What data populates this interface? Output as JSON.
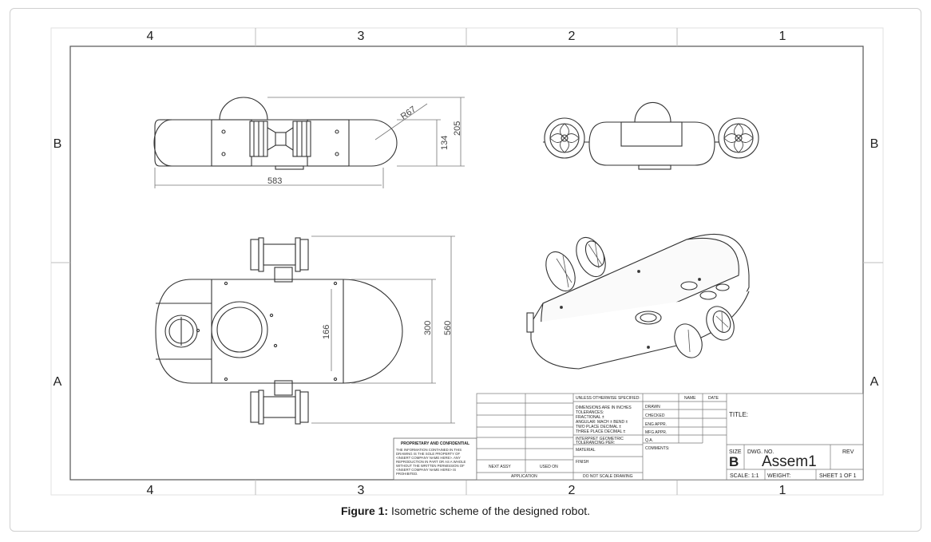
{
  "zones": {
    "columns": [
      "4",
      "3",
      "2",
      "1"
    ],
    "rows": [
      "B",
      "A"
    ]
  },
  "dimensions": {
    "radius": "R67",
    "length": "583",
    "height_inner": "134",
    "height_total": "205",
    "width_inner": "166",
    "width_mid": "300",
    "width_total": "560"
  },
  "proprietary": {
    "heading": "PROPRIETARY AND CONFIDENTIAL",
    "lines": [
      "THE INFORMATION CONTAINED IN THIS",
      "DRAWING IS THE SOLE PROPERTY OF",
      "<INSERT COMPANY NAME HERE>. ANY",
      "REPRODUCTION IN PART OR AS A WHOLE",
      "WITHOUT THE WRITTEN PERMISSION OF",
      "<INSERT COMPANY NAME HERE> IS",
      "PROHIBITED."
    ]
  },
  "title_block": {
    "next_assy": "NEXT ASSY",
    "used_on": "USED ON",
    "application": "APPLICATION",
    "do_not_scale": "DO NOT SCALE DRAWING",
    "unless": "UNLESS OTHERWISE SPECIFIED:",
    "dims_inches": "DIMENSIONS ARE IN INCHES",
    "tolerances": "TOLERANCES:",
    "fractional": "FRACTIONAL ±",
    "angular": "ANGULAR: MACH ±    BEND ±",
    "two_place": "TWO PLACE DECIMAL    ±",
    "three_place": "THREE PLACE DECIMAL   ±",
    "interpret": "INTERPRET GEOMETRIC",
    "tolerancing": "TOLERANCING PER:",
    "material": "MATERIAL",
    "finish": "FINISH",
    "name": "NAME",
    "date": "DATE",
    "drawn": "DRAWN",
    "checked": "CHECKED",
    "eng_appr": "ENG APPR.",
    "mfg_appr": "MFG APPR.",
    "qa": "Q.A.",
    "comments": "COMMENTS:",
    "title": "TITLE:",
    "size_label": "SIZE",
    "size": "B",
    "dwg_no_label": "DWG.  NO.",
    "dwg_no": "Assem1",
    "rev": "REV",
    "scale": "SCALE: 1:1",
    "weight": "WEIGHT:",
    "sheet": "SHEET 1 OF 1"
  },
  "caption": {
    "label": "Figure 1:",
    "text": " Isometric scheme of the designed robot."
  }
}
